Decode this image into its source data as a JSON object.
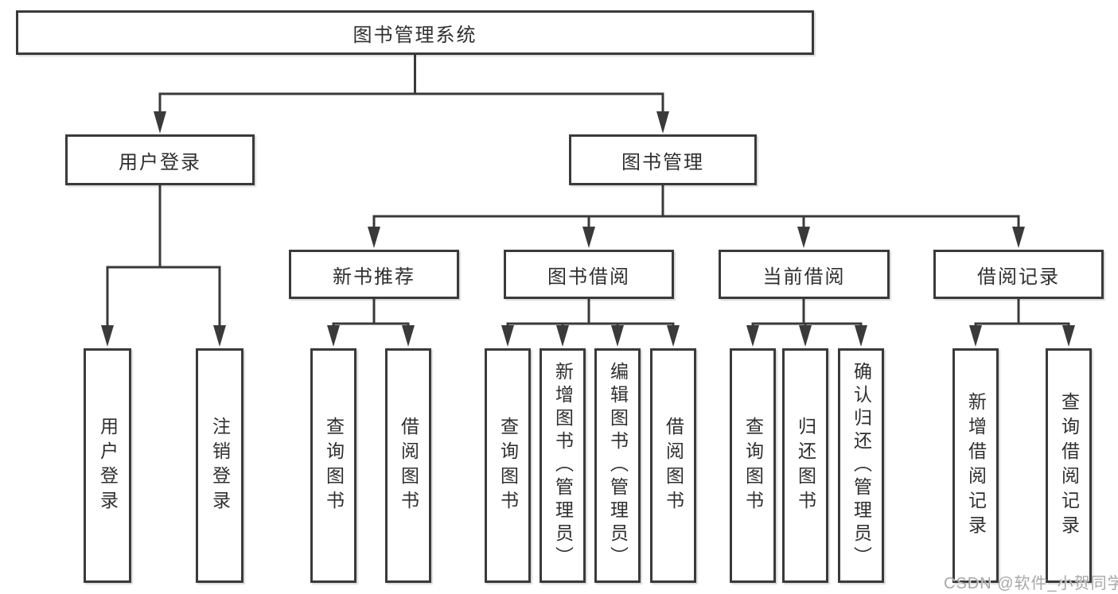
{
  "diagram": {
    "type": "tree",
    "title": "图书管理系统",
    "nodes": {
      "root": "图书管理系统",
      "l2": [
        "用户登录",
        "图书管理"
      ],
      "l3": [
        "新书推荐",
        "图书借阅",
        "当前借阅",
        "借阅记录"
      ],
      "leaves": {
        "user": [
          "用户登录",
          "注销登录"
        ],
        "recommend": [
          "查询图书",
          "借阅图书"
        ],
        "borrow": [
          "查询图书",
          "新增图书（管理员）",
          "编辑图书（管理员）",
          "借阅图书"
        ],
        "current": [
          "查询图书",
          "归还图书",
          "确认归还（管理员）"
        ],
        "records": [
          "新增借阅记录",
          "查询借阅记录"
        ]
      }
    },
    "hierarchy": [
      {
        "parent": "图书管理系统",
        "children": [
          "用户登录",
          "图书管理"
        ]
      },
      {
        "parent": "用户登录",
        "children": [
          "用户登录",
          "注销登录"
        ]
      },
      {
        "parent": "图书管理",
        "children": [
          "新书推荐",
          "图书借阅",
          "当前借阅",
          "借阅记录"
        ]
      },
      {
        "parent": "新书推荐",
        "children": [
          "查询图书",
          "借阅图书"
        ]
      },
      {
        "parent": "图书借阅",
        "children": [
          "查询图书",
          "新增图书（管理员）",
          "编辑图书（管理员）",
          "借阅图书"
        ]
      },
      {
        "parent": "当前借阅",
        "children": [
          "查询图书",
          "归还图书",
          "确认归还（管理员）"
        ]
      },
      {
        "parent": "借阅记录",
        "children": [
          "新增借阅记录",
          "查询借阅记录"
        ]
      }
    ]
  },
  "watermark": {
    "text": "CSDN @软件_小贺同学"
  },
  "colors": {
    "background": "#ffffff",
    "line": "#3a3a3a",
    "box_border": "#3a3a3a",
    "box_fill": "#ffffff",
    "text": "#2f2f2f",
    "watermark": "#a8a8a8"
  }
}
